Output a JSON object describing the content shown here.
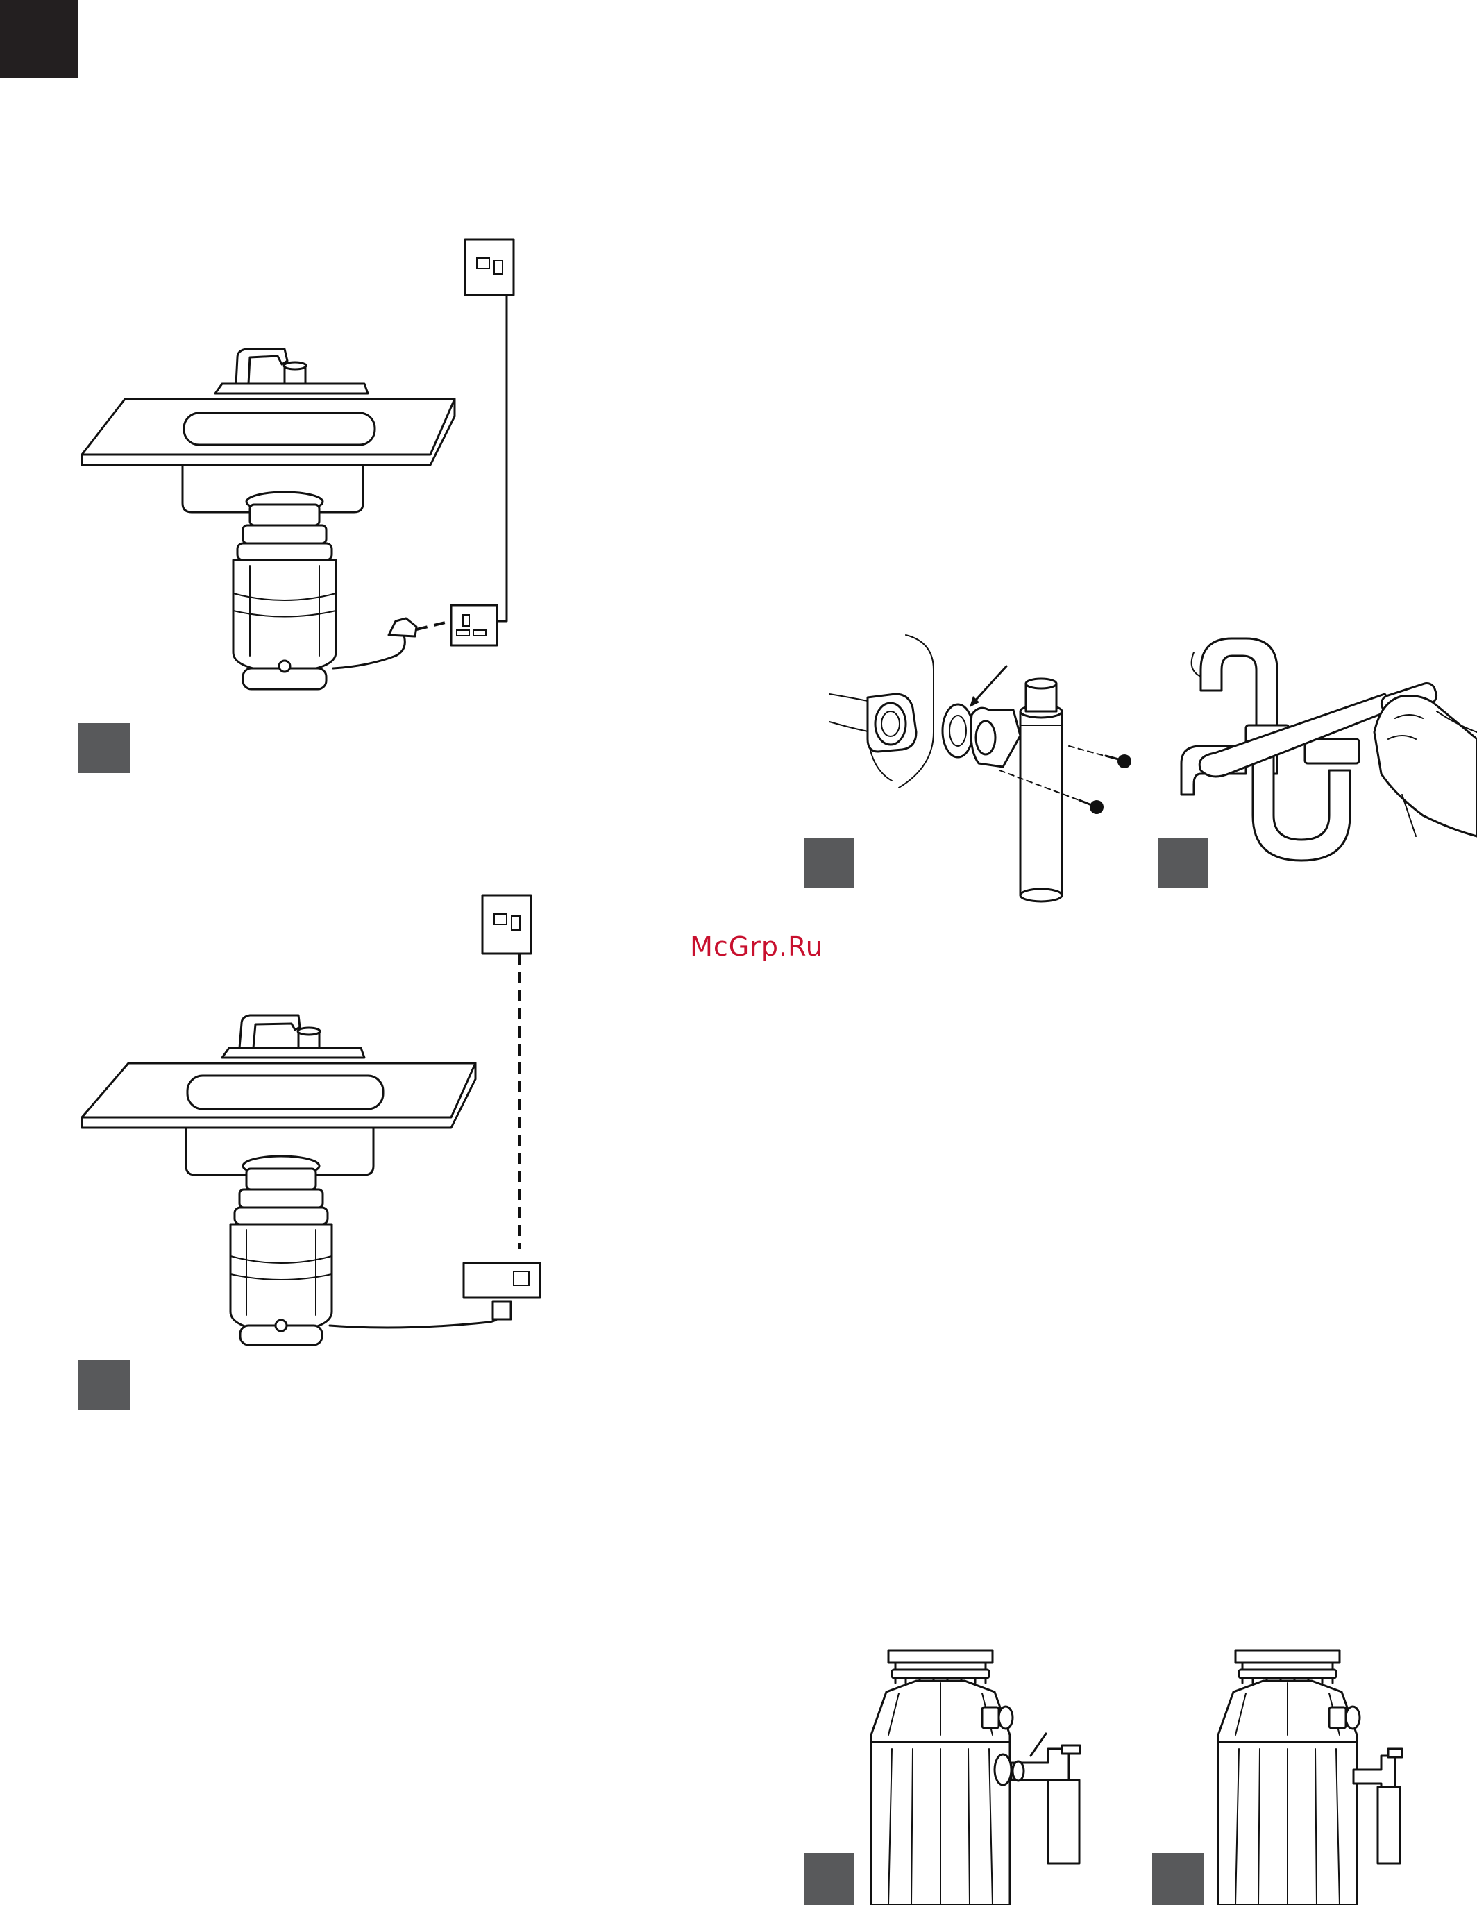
{
  "page": {
    "watermark": "McGrp.Ru",
    "accent_color": "#231f20",
    "step_box_color": "#58595b",
    "watermark_color": "#c8102e"
  },
  "figures": [
    {
      "id": "fig-plug-socket",
      "icon": "disposer-under-sink-wall-socket"
    },
    {
      "id": "fig-switch-spur",
      "icon": "disposer-under-sink-switch-spur"
    },
    {
      "id": "fig-drain-elbow",
      "icon": "discharge-elbow-gasket-bolts"
    },
    {
      "id": "fig-trap-wrench",
      "icon": "trap-tighten-wrench"
    },
    {
      "id": "fig-dishwasher-connected",
      "icon": "disposer-dishwasher-hose-inlet"
    },
    {
      "id": "fig-dishwasher-plugged",
      "icon": "disposer-dishwasher-inlet-plugged"
    }
  ]
}
